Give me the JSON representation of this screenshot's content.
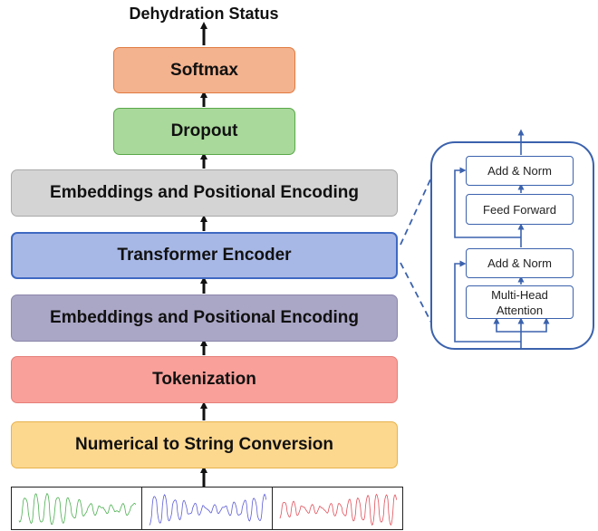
{
  "output": {
    "label": "Dehydration Status"
  },
  "blocks": {
    "softmax": {
      "label": "Softmax",
      "fill": "#f4b38f",
      "border": "#e07a40"
    },
    "dropout": {
      "label": "Dropout",
      "fill": "#a9d99b",
      "border": "#5aa84a"
    },
    "embed_top": {
      "label": "Embeddings and Positional Encoding",
      "fill": "#d4d4d4",
      "border": "#a8a8a8"
    },
    "transformer": {
      "label": "Transformer Encoder",
      "fill": "#a8b8e6",
      "border": "#3f69c2"
    },
    "embed_bottom": {
      "label": "Embeddings and Positional Encoding",
      "fill": "#aaa6c6",
      "border": "#8a86aa"
    },
    "tokenization": {
      "label": "Tokenization",
      "fill": "#f9a09a",
      "border": "#e57e78"
    },
    "conversion": {
      "label": "Numerical to String Conversion",
      "fill": "#fcd78e",
      "border": "#e6b34e"
    }
  },
  "encoder_detail": {
    "add_norm_top": "Add & Norm",
    "feed_forward": "Feed Forward",
    "add_norm_bottom": "Add & Norm",
    "attention_line1": "Multi-Head",
    "attention_line2": "Attention"
  },
  "signal_colors": [
    "#4caf50",
    "#5b5bd6",
    "#e0505a"
  ]
}
